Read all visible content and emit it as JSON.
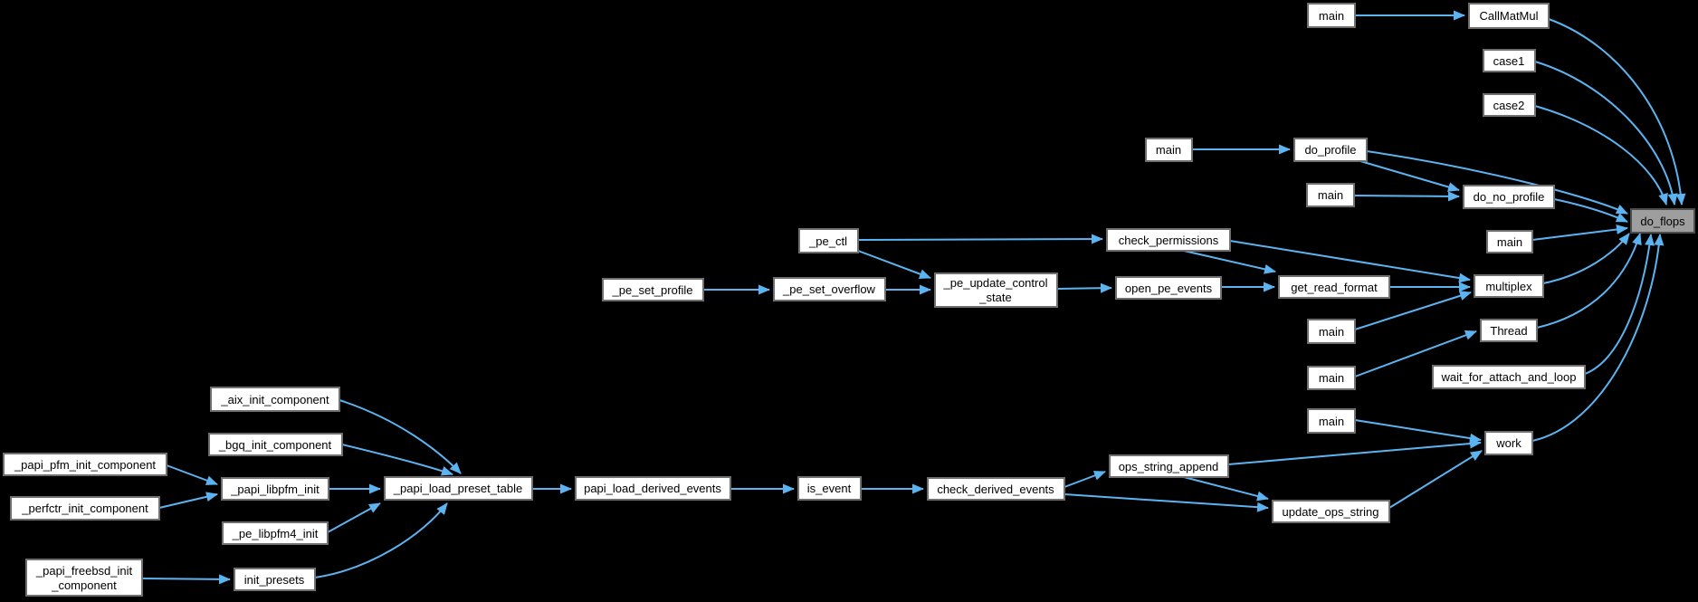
{
  "diagram": {
    "type": "call-graph",
    "target_function": "do_flops",
    "colors": {
      "background": "#000000",
      "edge": "#5db3f0",
      "node_fill": "#ffffff",
      "node_border": "#6f6f6f",
      "target_fill": "#9e9e9e",
      "target_border": "#4d4d4d",
      "text": "#000000"
    },
    "nodes": {
      "papi_pfm_init_component": {
        "label": "_papi_pfm_init_component"
      },
      "perfctr_init_component": {
        "label": "_perfctr_init_component"
      },
      "aix_init_component": {
        "label": "_aix_init_component"
      },
      "bgq_init_component": {
        "label": "_bgq_init_component"
      },
      "papi_libpfm_init": {
        "label": "_papi_libpfm_init"
      },
      "pe_libpfm4_init": {
        "label": "_pe_libpfm4_init"
      },
      "papi_freebsd_init_component": {
        "label": "_papi_freebsd_init _component",
        "lines": [
          "_papi_freebsd_init",
          "_component"
        ]
      },
      "init_presets": {
        "label": "init_presets"
      },
      "papi_load_preset_table": {
        "label": "_papi_load_preset_table"
      },
      "papi_load_derived_events": {
        "label": "papi_load_derived_events"
      },
      "is_event": {
        "label": "is_event"
      },
      "check_derived_events": {
        "label": "check_derived_events"
      },
      "ops_string_append": {
        "label": "ops_string_append"
      },
      "update_ops_string": {
        "label": "update_ops_string"
      },
      "pe_set_profile": {
        "label": "_pe_set_profile"
      },
      "pe_set_overflow": {
        "label": "_pe_set_overflow"
      },
      "pe_update_control_state": {
        "label": "_pe_update_control _state",
        "lines": [
          "_pe_update_control",
          "_state"
        ]
      },
      "pe_ctl": {
        "label": "_pe_ctl"
      },
      "check_permissions": {
        "label": "check_permissions"
      },
      "open_pe_events": {
        "label": "open_pe_events"
      },
      "get_read_format": {
        "label": "get_read_format"
      },
      "main_1": {
        "label": "main"
      },
      "CallMatMul": {
        "label": "CallMatMul"
      },
      "case1": {
        "label": "case1"
      },
      "case2": {
        "label": "case2"
      },
      "main_2": {
        "label": "main"
      },
      "do_profile": {
        "label": "do_profile"
      },
      "main_3": {
        "label": "main"
      },
      "do_no_profile": {
        "label": "do_no_profile"
      },
      "main_4": {
        "label": "main"
      },
      "multiplex": {
        "label": "multiplex"
      },
      "main_5": {
        "label": "main"
      },
      "Thread": {
        "label": "Thread"
      },
      "main_6": {
        "label": "main"
      },
      "wait_for_attach_and_loop": {
        "label": "wait_for_attach_and_loop"
      },
      "main_7": {
        "label": "main"
      },
      "work": {
        "label": "work"
      },
      "do_flops": {
        "label": "do_flops"
      }
    },
    "edges": [
      {
        "from": "main_1",
        "to": "CallMatMul"
      },
      {
        "from": "CallMatMul",
        "to": "do_flops"
      },
      {
        "from": "case1",
        "to": "do_flops"
      },
      {
        "from": "case2",
        "to": "do_flops"
      },
      {
        "from": "main_2",
        "to": "do_profile"
      },
      {
        "from": "do_profile",
        "to": "do_flops"
      },
      {
        "from": "do_profile",
        "to": "do_no_profile"
      },
      {
        "from": "main_3",
        "to": "do_no_profile"
      },
      {
        "from": "do_no_profile",
        "to": "do_flops"
      },
      {
        "from": "main_4",
        "to": "do_flops"
      },
      {
        "from": "pe_ctl",
        "to": "check_permissions"
      },
      {
        "from": "pe_ctl",
        "to": "pe_update_control_state"
      },
      {
        "from": "pe_set_profile",
        "to": "pe_set_overflow"
      },
      {
        "from": "pe_set_overflow",
        "to": "pe_update_control_state"
      },
      {
        "from": "pe_update_control_state",
        "to": "open_pe_events"
      },
      {
        "from": "open_pe_events",
        "to": "get_read_format"
      },
      {
        "from": "check_permissions",
        "to": "get_read_format"
      },
      {
        "from": "check_permissions",
        "to": "multiplex"
      },
      {
        "from": "get_read_format",
        "to": "multiplex"
      },
      {
        "from": "main_5",
        "to": "multiplex"
      },
      {
        "from": "multiplex",
        "to": "do_flops"
      },
      {
        "from": "main_6",
        "to": "Thread"
      },
      {
        "from": "Thread",
        "to": "do_flops"
      },
      {
        "from": "wait_for_attach_and_loop",
        "to": "do_flops"
      },
      {
        "from": "main_7",
        "to": "work"
      },
      {
        "from": "ops_string_append",
        "to": "work"
      },
      {
        "from": "update_ops_string",
        "to": "work"
      },
      {
        "from": "work",
        "to": "do_flops"
      },
      {
        "from": "ops_string_append",
        "to": "update_ops_string"
      },
      {
        "from": "check_derived_events",
        "to": "ops_string_append"
      },
      {
        "from": "check_derived_events",
        "to": "update_ops_string"
      },
      {
        "from": "papi_pfm_init_component",
        "to": "papi_libpfm_init"
      },
      {
        "from": "perfctr_init_component",
        "to": "papi_libpfm_init"
      },
      {
        "from": "aix_init_component",
        "to": "papi_load_preset_table"
      },
      {
        "from": "bgq_init_component",
        "to": "papi_load_preset_table"
      },
      {
        "from": "papi_libpfm_init",
        "to": "papi_load_preset_table"
      },
      {
        "from": "pe_libpfm4_init",
        "to": "papi_load_preset_table"
      },
      {
        "from": "init_presets",
        "to": "papi_load_preset_table"
      },
      {
        "from": "papi_freebsd_init_component",
        "to": "init_presets"
      },
      {
        "from": "papi_load_preset_table",
        "to": "papi_load_derived_events"
      },
      {
        "from": "papi_load_derived_events",
        "to": "is_event"
      },
      {
        "from": "is_event",
        "to": "check_derived_events"
      }
    ]
  }
}
